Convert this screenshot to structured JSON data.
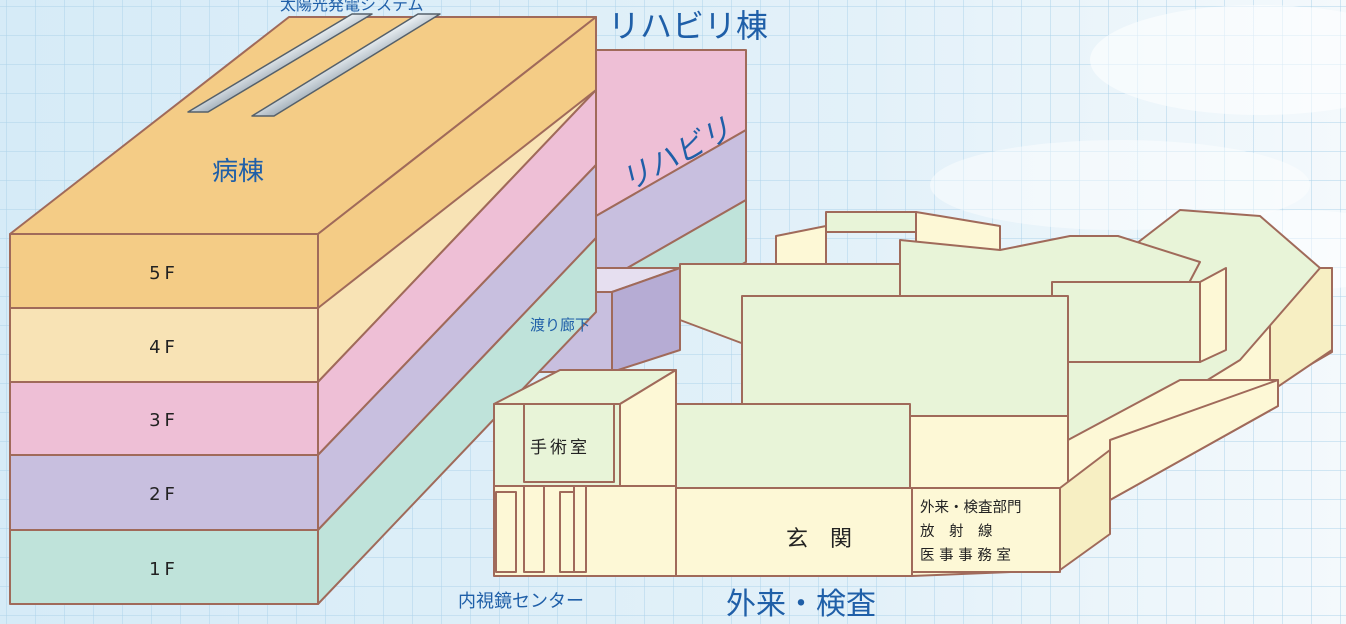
{
  "header": {
    "solar_label": "太陽光発電システム",
    "rehab_building_title": "リハビリ棟"
  },
  "ward": {
    "roof_label": "病棟",
    "floors": [
      "5F",
      "4F",
      "3F",
      "2F",
      "1F"
    ]
  },
  "rehab": {
    "side_label": "リハビリ"
  },
  "corridor_label": "渡り廊下",
  "outpatient": {
    "surgery_label": "手術室",
    "entrance_label": "玄　関",
    "dept_lines": [
      "外来・検査部門",
      "放　射　線",
      "医 事 事 務 室"
    ],
    "endoscopy_label": "内視鏡センター",
    "building_title": "外来・検査"
  },
  "colors": {
    "background": "#dcedf7",
    "grid": "#aed3ea",
    "outline": "#a06a5a",
    "label_blue": "#1f5fa8",
    "tag": "#f28a7c",
    "floor5": "#f4cc86",
    "floor4": "#f8e3b5",
    "floor3": "#eebfd6",
    "floor2": "#c8bfdf",
    "floor1": "#bfe3da",
    "outpatient_roof": "#e8f4d8",
    "outpatient_wall": "#fdf8d6"
  }
}
